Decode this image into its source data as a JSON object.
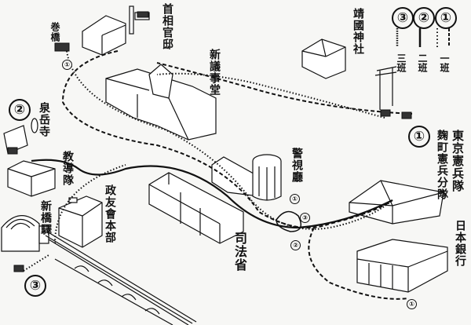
{
  "title": "二・二六事件 襲撃経路図",
  "legend": [
    {
      "marker": "③",
      "label": "三班",
      "line": "dotted"
    },
    {
      "marker": "②",
      "label": "二班",
      "line": "solid"
    },
    {
      "marker": "①",
      "label": "一班",
      "line": "dashed"
    }
  ],
  "places": {
    "pm_residence": "首相官邸",
    "bridge": "巻橋",
    "diet": "新議事堂",
    "yasukuni": "靖國神社",
    "sengakuji": "泉岳寺",
    "kyodotai": "教導隊",
    "shinbashi": "新橋驛",
    "seiyukai": "政友會本部",
    "justice": "司法省",
    "police": "警視廳",
    "kempeitai": "東京憲兵隊",
    "kojimachi": "麹町憲兵分隊",
    "boj": "日本銀行"
  },
  "markers": {
    "group1": "①",
    "group2": "②",
    "group3": "③",
    "car_marker": "①"
  },
  "colors": {
    "ink": "#111111",
    "paper": "#f7f7f5"
  }
}
